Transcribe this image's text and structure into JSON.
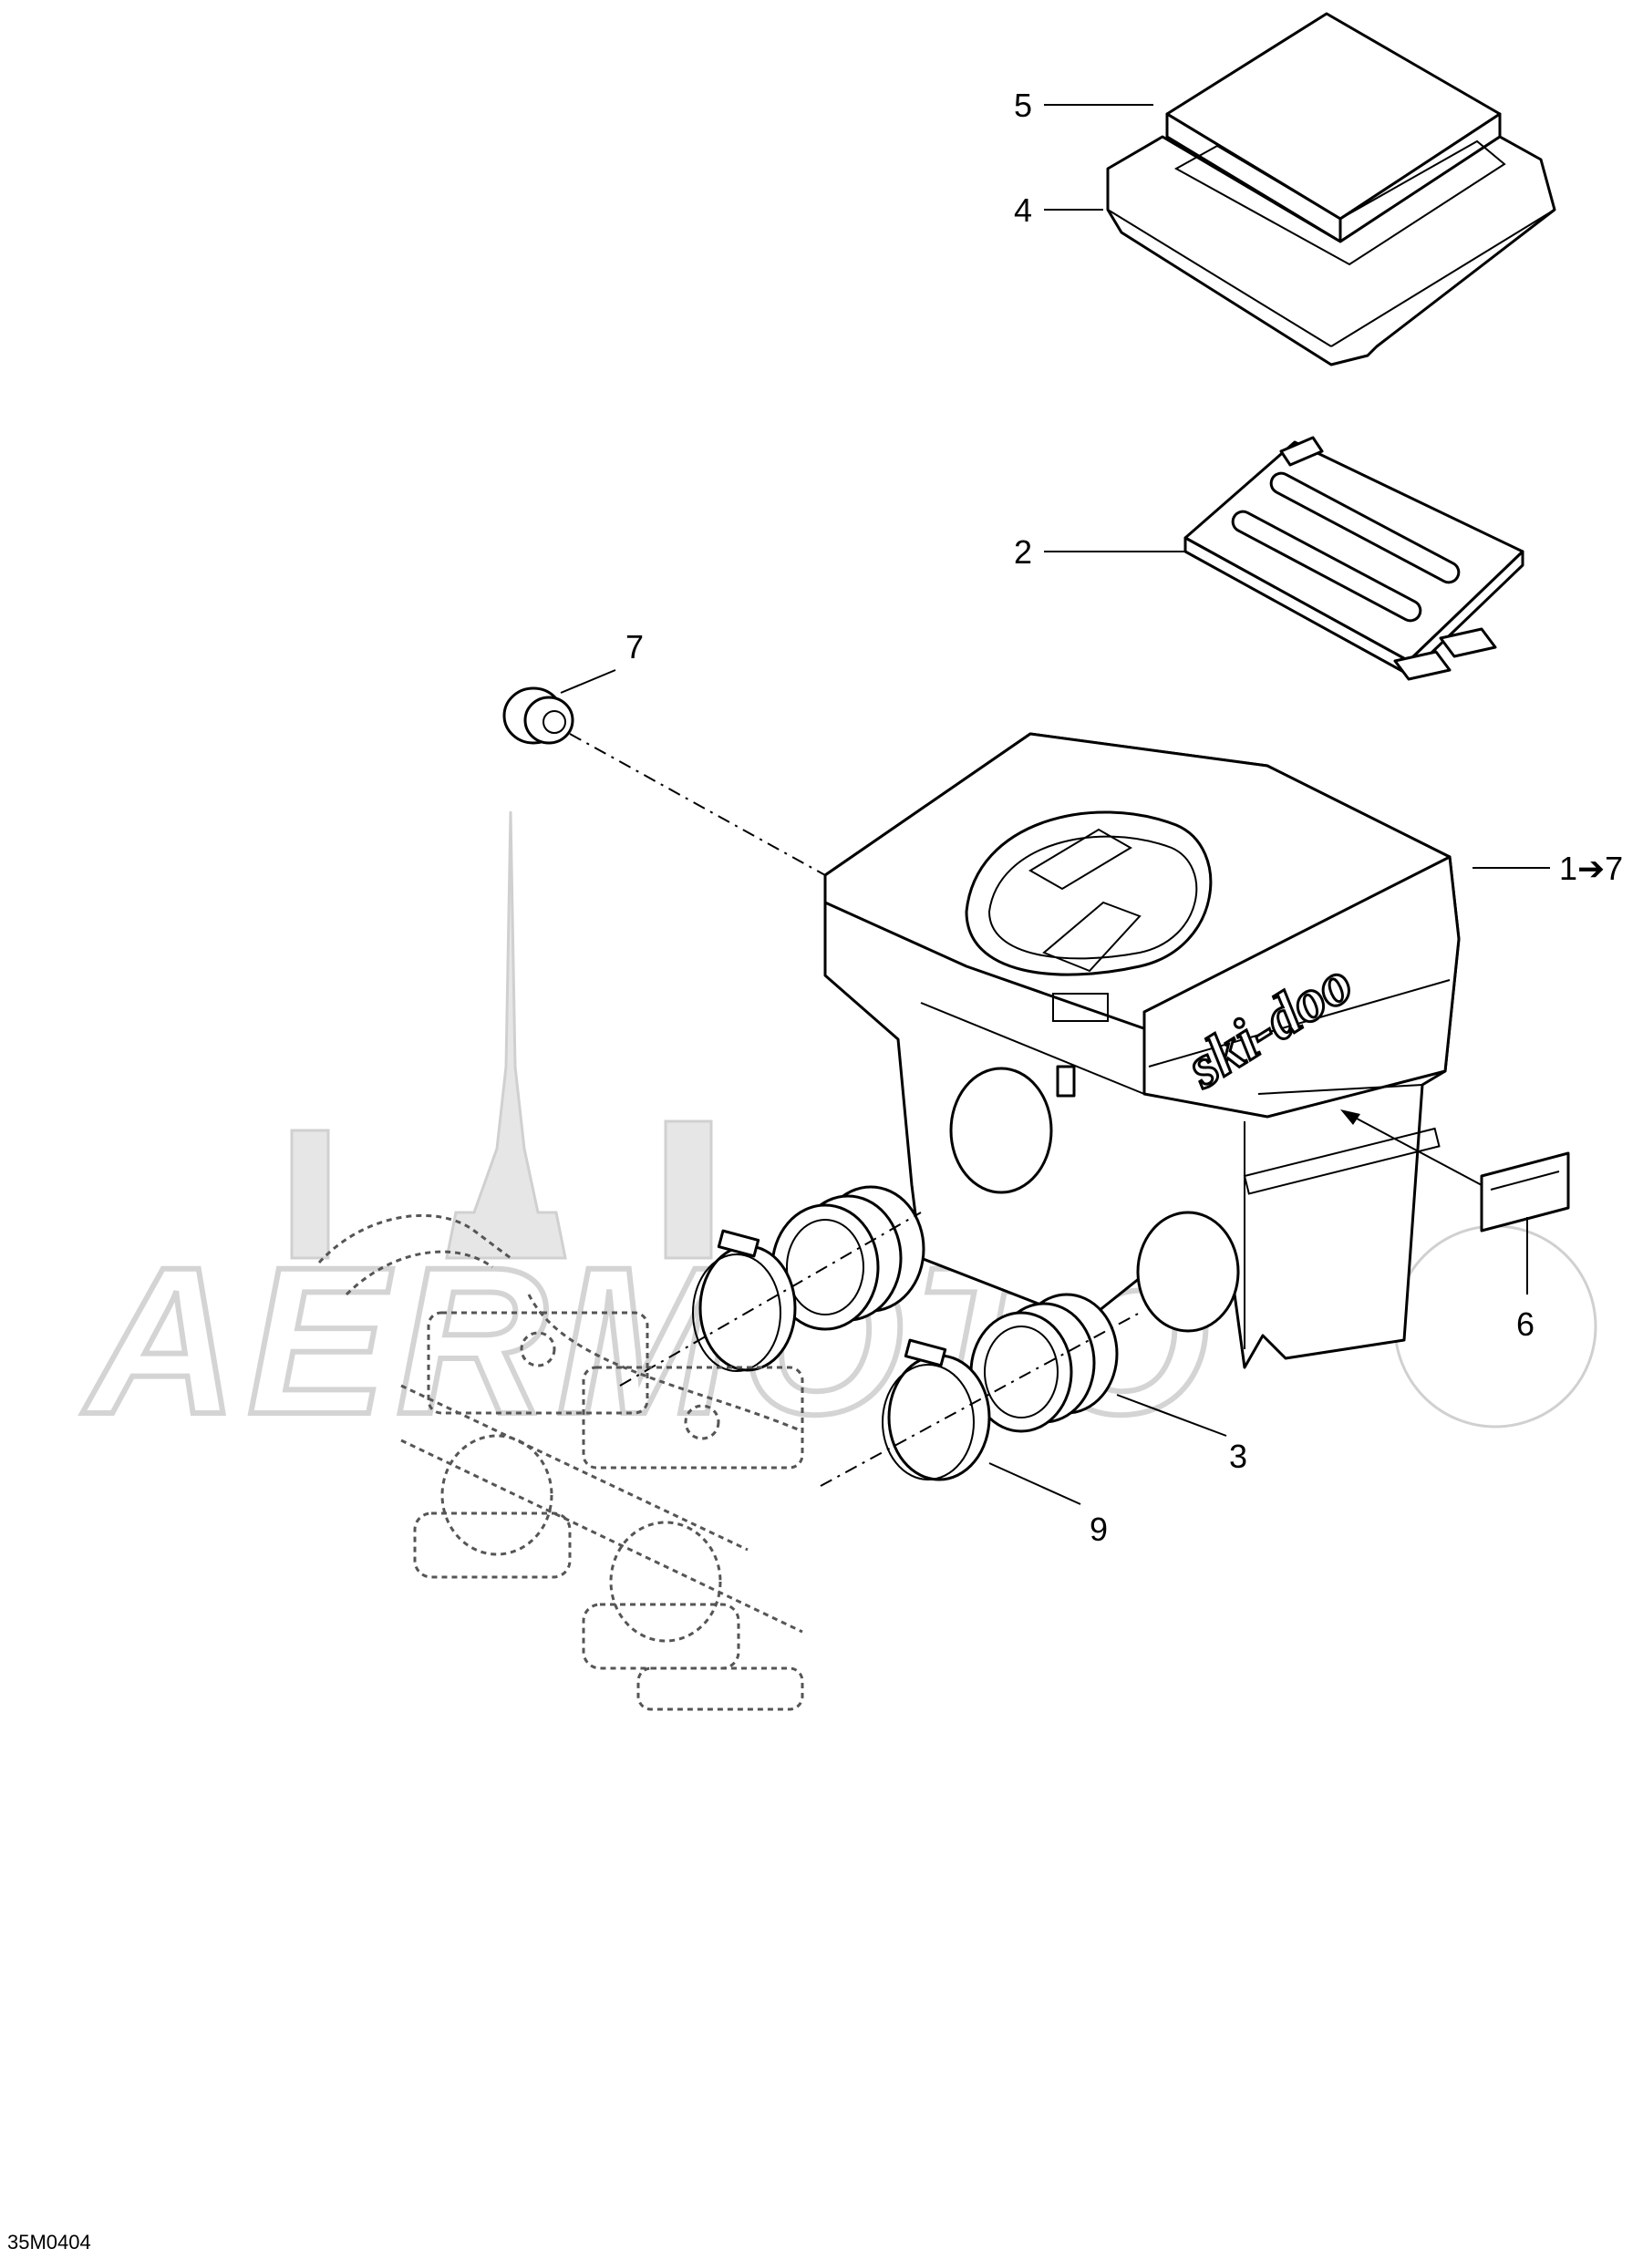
{
  "diagram": {
    "callouts": [
      {
        "id": "c5",
        "label": "5"
      },
      {
        "id": "c4",
        "label": "4"
      },
      {
        "id": "c2",
        "label": "2"
      },
      {
        "id": "c7",
        "label": "7"
      },
      {
        "id": "c1",
        "label": "1➔7"
      },
      {
        "id": "c6",
        "label": "6"
      },
      {
        "id": "c3",
        "label": "3"
      },
      {
        "id": "c9",
        "label": "9"
      }
    ],
    "drawing_code": "35M0404",
    "brand_logo_text": "ski-doo"
  },
  "colors": {
    "line": "#000000",
    "background": "#ffffff",
    "watermark": "#d4d4d4"
  }
}
